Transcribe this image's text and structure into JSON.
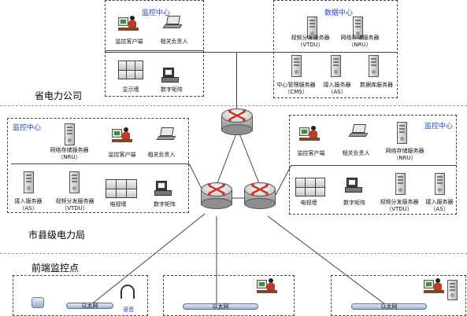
{
  "sections": {
    "province": "省电力公司",
    "city": "市县级电力局",
    "frontend": "前端监控点"
  },
  "prov_monitor": {
    "title": "监控中心",
    "client": "监控客户端",
    "responsible": "相关负责人",
    "display_wall": "显示墙",
    "matrix": "数字矩阵"
  },
  "prov_data": {
    "title": "数据中心",
    "vdist": "视频分发服务器",
    "vdist_code": "（VTDU）",
    "nstore": "网络存储服务器",
    "nstore_code": "（NRU）",
    "cms": "中心管理服务器",
    "cms_code": "（CMS）",
    "access": "接入服务器",
    "access_code": "（AS）",
    "db": "数据库服务器"
  },
  "city_left": {
    "title": "监控中心",
    "nstore": "网络存储服务器",
    "nstore_code": "（NRU）",
    "client": "监控客户端",
    "responsible": "相关负责人",
    "access": "接入服务器",
    "access_code": "（AS）",
    "vdist": "视频分发服务器",
    "vdist_code": "（VTDU）",
    "tvwall": "电视墙",
    "matrix": "数字矩阵"
  },
  "city_right": {
    "title": "监控中心",
    "client": "监控客户端",
    "responsible": "相关负责人",
    "nstore": "网络存储服务器",
    "nstore_code": "（NRU）",
    "tvwall": "电视墙",
    "matrix": "数字矩阵",
    "vdist": "视频分发服务器",
    "vdist_code": "（VTDU）",
    "access": "接入服务器",
    "access_code": "（AS）"
  },
  "front": {
    "eth1": "以太网",
    "eth2": "以太网",
    "eth3": "以太网",
    "voice": "语音"
  },
  "colors": {
    "title_blue": "#1f3fbf",
    "router_arrow": "#c0392b"
  }
}
